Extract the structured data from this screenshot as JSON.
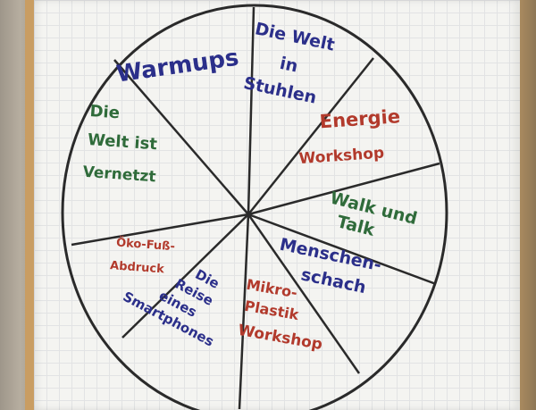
{
  "wheel": {
    "segments": [
      {
        "id": "warmups",
        "lines": [
          "Warmups"
        ],
        "color": "#2b2f8a"
      },
      {
        "id": "welt-in-stuhlen",
        "lines": [
          "Die Welt",
          "in",
          "Stuhlen"
        ],
        "color": "#2b2f8a"
      },
      {
        "id": "energie-workshop",
        "lines": [
          "Energie",
          "Workshop"
        ],
        "color": "#b23a2c"
      },
      {
        "id": "walk-und-talk",
        "lines": [
          "Walk und",
          "Talk"
        ],
        "color": "#2f6b3a"
      },
      {
        "id": "menschenschach",
        "lines": [
          "Menschen-",
          "schach"
        ],
        "color": "#2b2f8a"
      },
      {
        "id": "mikroplastik-workshop",
        "lines": [
          "Mikro-",
          "Plastik",
          "Workshop"
        ],
        "color": "#b23a2c"
      },
      {
        "id": "reise-smartphones",
        "lines": [
          "Die",
          "Reise",
          "eines",
          "Smartphones"
        ],
        "color": "#2b2f8a"
      },
      {
        "id": "oko-fussabdruck",
        "lines": [
          "Öko-Fuß-",
          "Abdruck"
        ],
        "color": "#b23a2c"
      },
      {
        "id": "welt-vernetzt",
        "lines": [
          "Die",
          "Welt ist",
          "Vernetzt"
        ],
        "color": "#2f6b3a"
      }
    ],
    "line_color": "#2a2a2a"
  }
}
